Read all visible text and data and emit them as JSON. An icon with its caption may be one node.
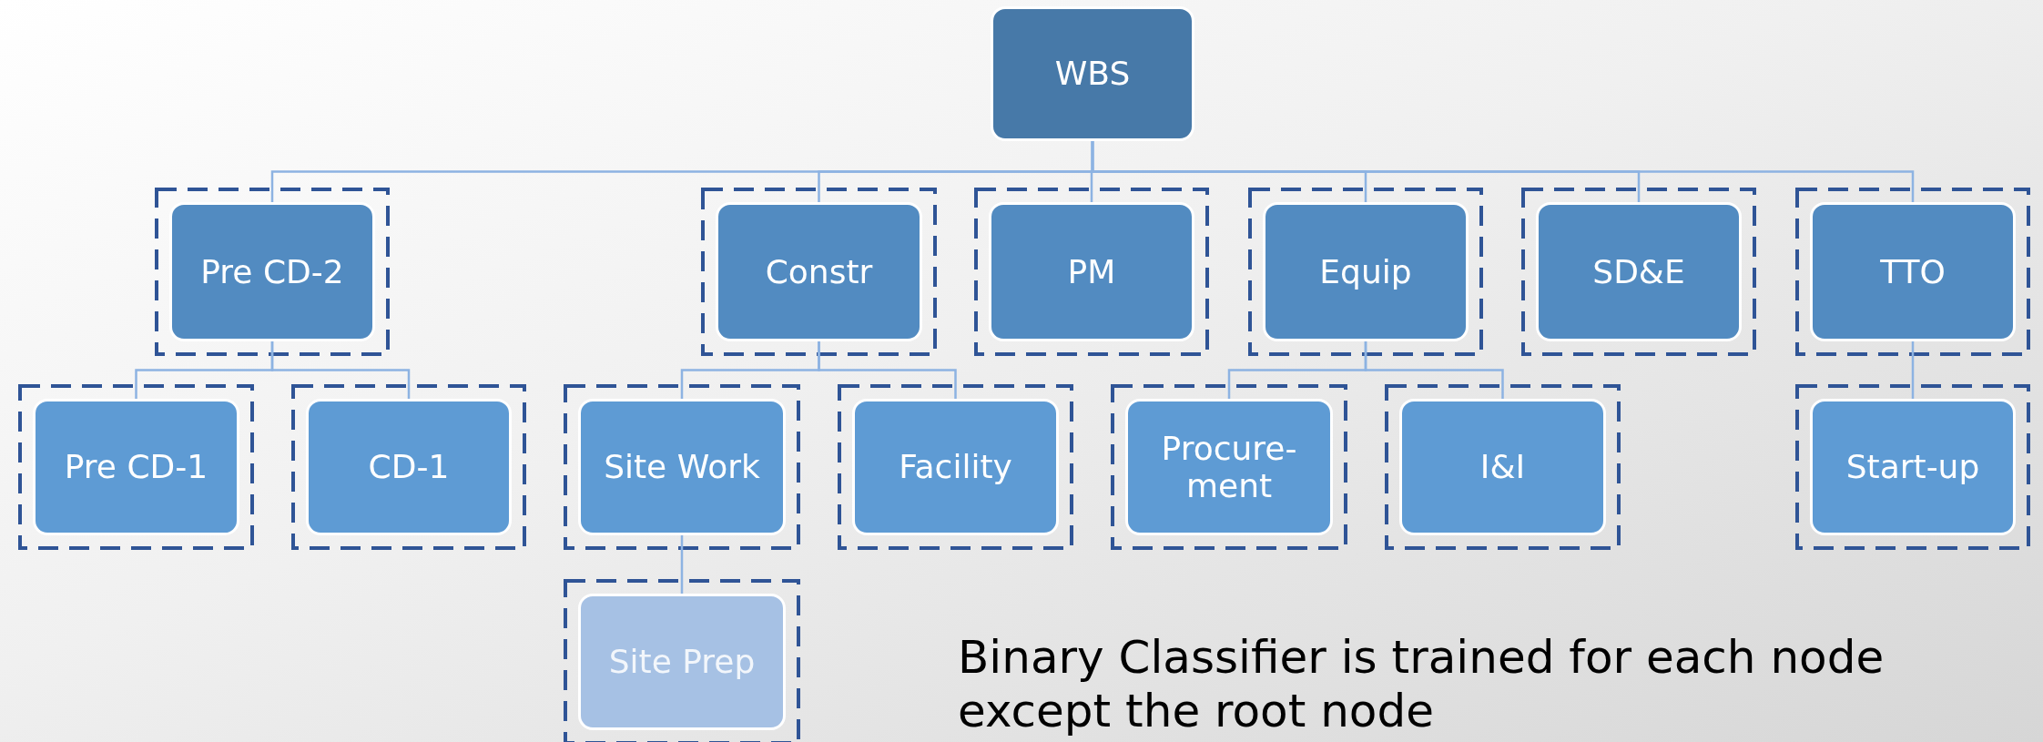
{
  "diagram": {
    "nodes": [
      {
        "text": [
          "WBS"
        ]
      },
      {
        "text": [
          "Pre CD-2"
        ]
      },
      {
        "text": [
          "Constr"
        ]
      },
      {
        "text": [
          "PM"
        ]
      },
      {
        "text": [
          "Equip"
        ]
      },
      {
        "text": [
          "SD&E"
        ]
      },
      {
        "text": [
          "TTO"
        ]
      },
      {
        "text": [
          "Pre CD-1"
        ]
      },
      {
        "text": [
          "CD-1"
        ]
      },
      {
        "text": [
          "Site Work"
        ]
      },
      {
        "text": [
          "Facility"
        ]
      },
      {
        "text": [
          "Procure-ment"
        ]
      },
      {
        "text": [
          "I&I"
        ]
      },
      {
        "text": [
          "Start-up"
        ]
      },
      {
        "text": [
          "Site Prep"
        ]
      }
    ],
    "edges": [
      {
        "from": 0,
        "to": 1,
        "arrow": "none"
      },
      {
        "from": 0,
        "to": 2,
        "arrow": "none"
      },
      {
        "from": 0,
        "to": 3,
        "arrow": "none"
      },
      {
        "from": 0,
        "to": 4,
        "arrow": "none"
      },
      {
        "from": 0,
        "to": 5,
        "arrow": "none"
      },
      {
        "from": 0,
        "to": 6,
        "arrow": "none"
      },
      {
        "from": 1,
        "to": 7,
        "arrow": "none"
      },
      {
        "from": 1,
        "to": 8,
        "arrow": "none"
      },
      {
        "from": 2,
        "to": 9,
        "arrow": "none"
      },
      {
        "from": 2,
        "to": 10,
        "arrow": "none"
      },
      {
        "from": 4,
        "to": 11,
        "arrow": "none"
      },
      {
        "from": 4,
        "to": 12,
        "arrow": "none"
      },
      {
        "from": 6,
        "to": 13,
        "arrow": "none"
      },
      {
        "from": 9,
        "to": 14,
        "arrow": "none"
      }
    ],
    "labels": [
      "Binary Classifier is trained for each node except the root node"
    ]
  }
}
